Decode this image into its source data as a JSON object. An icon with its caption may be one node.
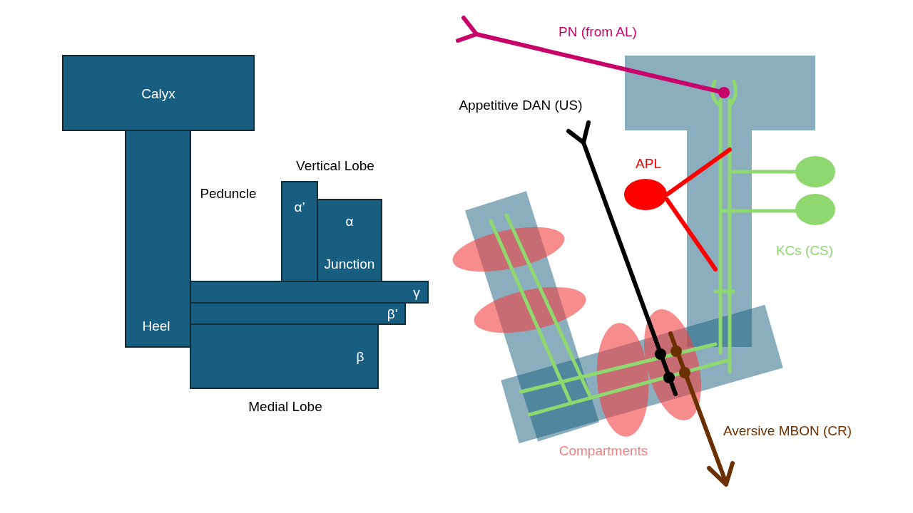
{
  "diagram": {
    "nodes": [
      {
        "text": [
          "Calyx"
        ]
      },
      {
        "text": [
          "Heel"
        ],
        "beside": [
          "Peduncle"
        ]
      },
      {
        "text": [
          "α’"
        ]
      },
      {
        "text": [
          "α",
          "Junction"
        ]
      },
      {
        "text": [
          "β"
        ]
      },
      {
        "text": [
          "β'"
        ]
      },
      {
        "text": [
          "γ"
        ]
      }
    ],
    "labels": [
      "PN (from AL)",
      "Appetitive DAN (US)",
      "Vertical Lobe",
      "APL",
      "KCs (CS)",
      "Medial Lobe",
      "Aversive MBON (CR)",
      "Compartments"
    ]
  }
}
